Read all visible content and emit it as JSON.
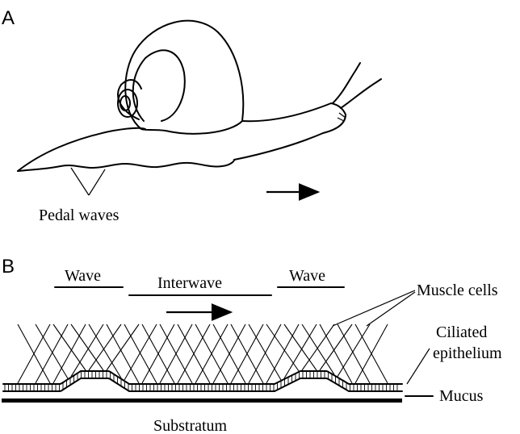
{
  "panel_a": {
    "letter": "A",
    "pedal_waves_label": "Pedal waves"
  },
  "panel_b": {
    "letter": "B",
    "wave_label_1": "Wave",
    "interwave_label": "Interwave",
    "wave_label_2": "Wave",
    "muscle_cells_label": "Muscle cells",
    "ciliated_label_line1": "Ciliated",
    "ciliated_label_line2": "epithelium",
    "mucus_label": "Mucus",
    "substratum_label": "Substratum"
  }
}
